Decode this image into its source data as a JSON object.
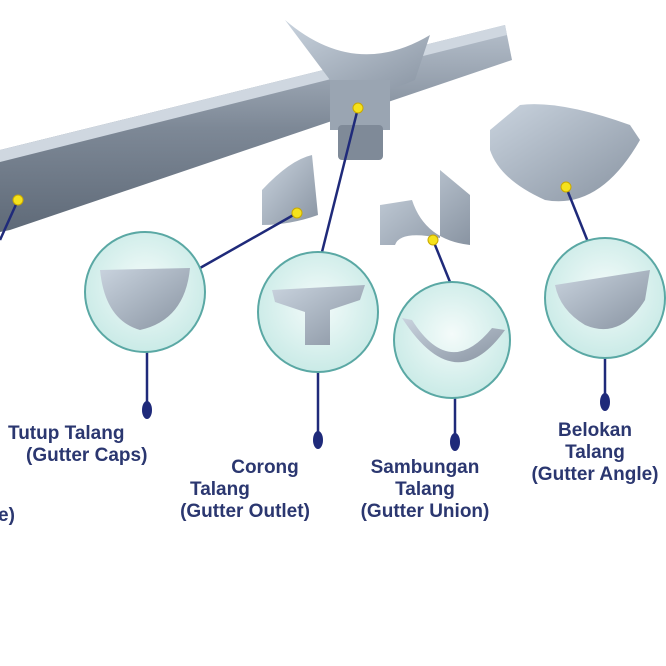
{
  "colors": {
    "label": "#2b3770",
    "line": "#1f2a7a",
    "dot": "#f5e21c",
    "circle_fill": "#d9f1ee",
    "gutter": "#8e99a6"
  },
  "labels": {
    "pipe_partial": "e)",
    "caps": {
      "line1": "Tutup Talang",
      "line2": "(Gutter Caps)"
    },
    "outlet": {
      "line1": "Corong",
      "line2": "Talang",
      "line3": "(Gutter Outlet)"
    },
    "union": {
      "line1": "Sambungan",
      "line2": "Talang",
      "line3": "(Gutter Union)"
    },
    "angle": {
      "line1": "Belokan",
      "line2": "Talang",
      "line3": "(Gutter Angle)"
    }
  }
}
